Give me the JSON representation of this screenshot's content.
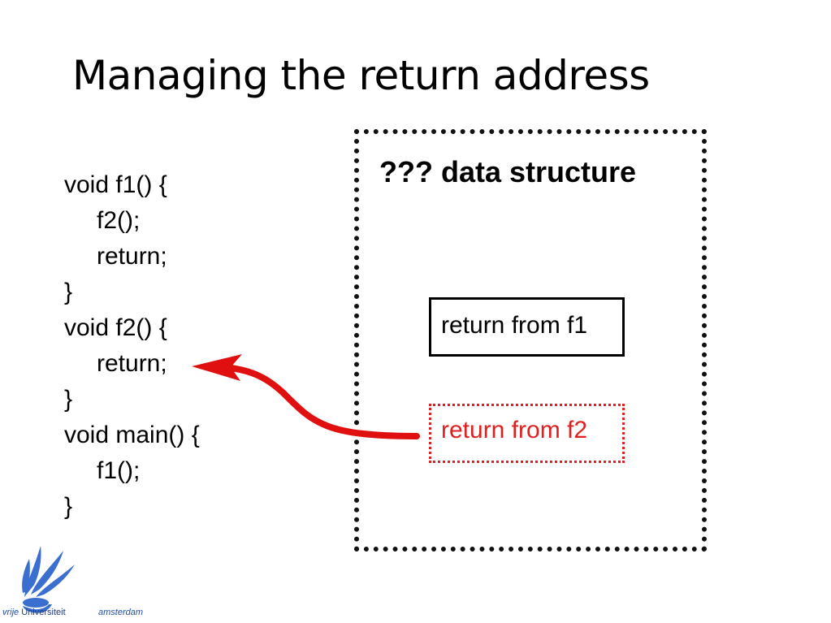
{
  "slide": {
    "title": "Managing the return address"
  },
  "code": {
    "lines": [
      "void f1() {",
      "f2();",
      "return;",
      "}",
      "void f2() {",
      "return;",
      "}",
      "void main() {",
      "f1();",
      "}"
    ]
  },
  "data_structure": {
    "title": "??? data structure",
    "frames": [
      {
        "label": "return from f1",
        "color": "#000000"
      },
      {
        "label": "return from f2",
        "color": "#e02020"
      }
    ]
  },
  "arrow": {
    "color": "#e01010"
  },
  "logo": {
    "vrije": "vrije",
    "universiteit": "Universiteit",
    "amsterdam": "amsterdam",
    "color": "#3a6fd0"
  }
}
